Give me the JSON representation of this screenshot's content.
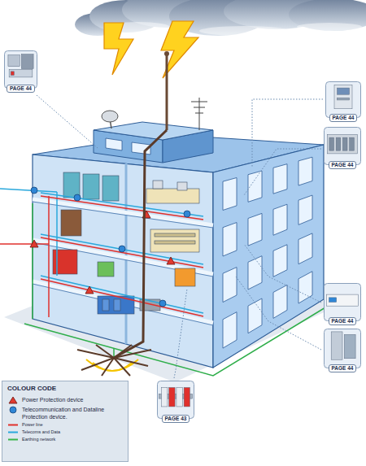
{
  "diagram": {
    "nodes": [
      {
        "text": [
          "PAGE 44"
        ]
      },
      {
        "text": [
          "PAGE 44"
        ]
      },
      {
        "text": [
          "PAGE 44"
        ]
      },
      {
        "text": [
          "PAGE 44"
        ]
      },
      {
        "text": [
          "PAGE 44"
        ]
      },
      {
        "text": [
          "PAGE 43"
        ]
      }
    ],
    "labels": [
      "COLOUR CODE"
    ],
    "legend": [
      {
        "text": "Power Protection device"
      },
      {
        "text": "Telecommunication and Dataline Protection device."
      },
      {
        "text": "Power line"
      },
      {
        "text": "Telecoms and Data"
      },
      {
        "text": "Earthing network"
      }
    ]
  }
}
